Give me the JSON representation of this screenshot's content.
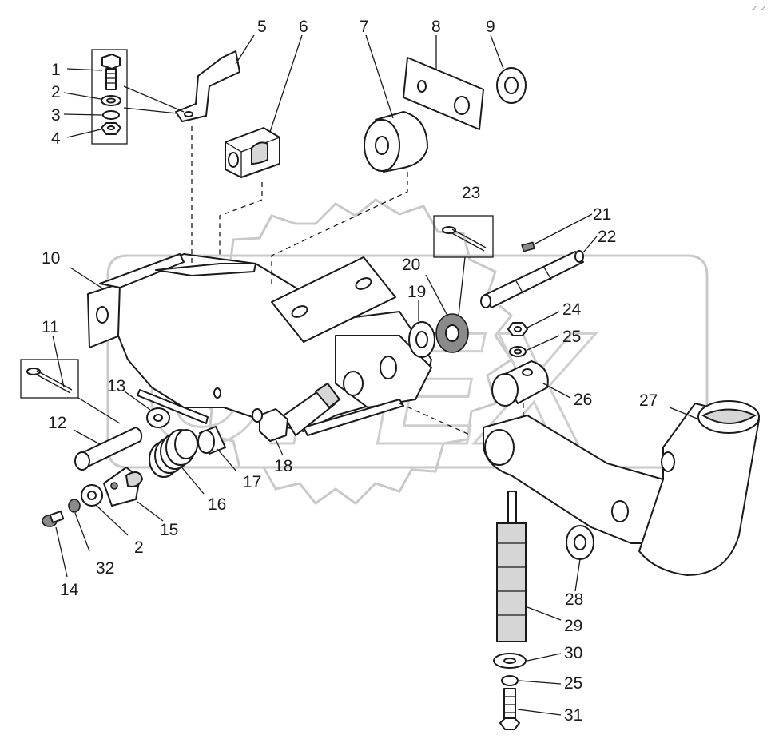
{
  "diagram": {
    "watermark_text": "OPEX",
    "corner_mark": "✓ ✓",
    "labels": {
      "l1": "1",
      "l2a": "2",
      "l3": "3",
      "l4": "4",
      "l5": "5",
      "l6": "6",
      "l7": "7",
      "l8": "8",
      "l9": "9",
      "l10": "10",
      "l11": "11",
      "l12": "12",
      "l13": "13",
      "l14": "14",
      "l15": "15",
      "l16": "16",
      "l2b": "2",
      "l17": "17",
      "l18": "18",
      "l19": "19",
      "l20": "20",
      "l21": "21",
      "l22": "22",
      "l23": "23",
      "l24": "24",
      "l25a": "25",
      "l26": "26",
      "l27": "27",
      "l28": "28",
      "l29": "29",
      "l30": "30",
      "l25b": "25",
      "l31": "31",
      "l32": "32"
    }
  }
}
